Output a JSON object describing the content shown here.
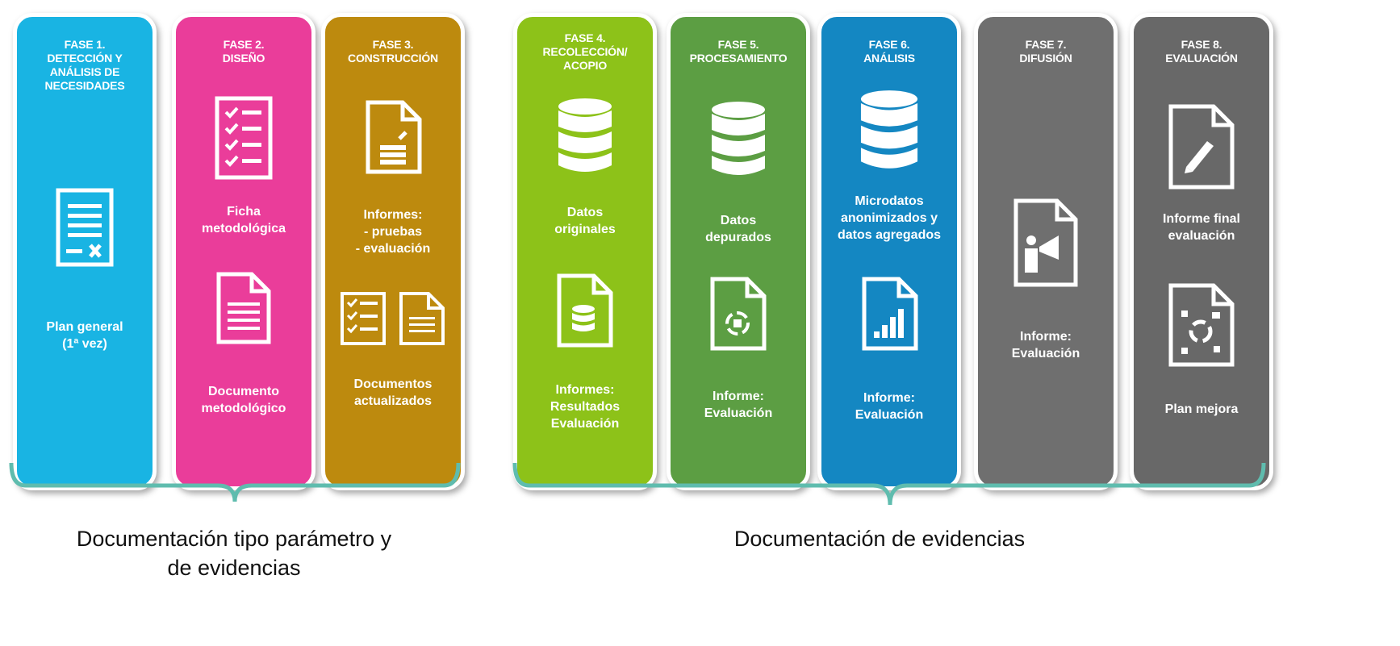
{
  "phases": [
    {
      "title": [
        "FASE 1.",
        "DETECCIÓN Y",
        "ANÁLISIS DE",
        "NECESIDADES"
      ],
      "color": "#19b4e3",
      "docs": [
        {
          "icon": "plan-document-icon",
          "label": [
            "Plan general",
            "(1ª vez)"
          ]
        }
      ]
    },
    {
      "title": [
        "FASE 2.",
        "DISEÑO"
      ],
      "color": "#ea3d9a",
      "docs": [
        {
          "icon": "checklist-icon",
          "label": [
            "Ficha",
            "metodológica"
          ]
        },
        {
          "icon": "text-document-icon",
          "label": [
            "Documento",
            "metodológico"
          ]
        }
      ]
    },
    {
      "title": [
        "FASE 3.",
        "CONSTRUCCIÓN"
      ],
      "color": "#bd8a0e",
      "docs": [
        {
          "icon": "construction-document-icon",
          "label": [
            "Informes:",
            "- pruebas",
            "- evaluación"
          ]
        },
        {
          "icon": "checklist-and-text-document-icons",
          "label": [
            "Documentos",
            "actualizados"
          ]
        }
      ]
    },
    {
      "title": [
        "FASE 4.",
        "RECOLECCIÓN/",
        "ACOPIO"
      ],
      "color": "#8dc219",
      "docs": [
        {
          "icon": "database-icon",
          "label": [
            "Datos",
            "originales"
          ]
        },
        {
          "icon": "database-document-icon",
          "label": [
            "Informes:",
            "Resultados",
            "Evaluación"
          ]
        }
      ]
    },
    {
      "title": [
        "FASE 5.",
        "PROCESAMIENTO"
      ],
      "color": "#5c9e43",
      "docs": [
        {
          "icon": "database-icon",
          "label": [
            "Datos",
            "depurados"
          ]
        },
        {
          "icon": "processing-document-icon",
          "label": [
            "Informe:",
            "Evaluación"
          ]
        }
      ]
    },
    {
      "title": [
        "FASE 6.",
        "ANÁLISIS"
      ],
      "color": "#1487c2",
      "docs": [
        {
          "icon": "database-icon",
          "label": [
            "Microdatos",
            "anonimizados y",
            "datos agregados"
          ]
        },
        {
          "icon": "bar-chart-document-icon",
          "label": [
            "Informe:",
            "Evaluación"
          ]
        }
      ]
    },
    {
      "title": [
        "FASE 7.",
        "DIFUSIÓN"
      ],
      "color": "#6f6f6f",
      "docs": [
        {
          "icon": "megaphone-document-icon",
          "label": [
            "Informe:",
            "Evaluación"
          ]
        }
      ]
    },
    {
      "title": [
        "FASE 8.",
        "EVALUACIÓN"
      ],
      "color": "#686868",
      "docs": [
        {
          "icon": "pen-document-icon",
          "label": [
            "Informe final",
            "evaluación"
          ]
        },
        {
          "icon": "improvement-plan-icon",
          "label": [
            "Plan mejora"
          ]
        }
      ]
    }
  ],
  "groups": [
    {
      "caption": [
        "Documentación tipo parámetro y",
        "de evidencias"
      ]
    },
    {
      "caption": [
        "Documentación de evidencias"
      ]
    }
  ],
  "colors": {
    "bracket": "#5fbcae",
    "caption_text": "#111111"
  }
}
